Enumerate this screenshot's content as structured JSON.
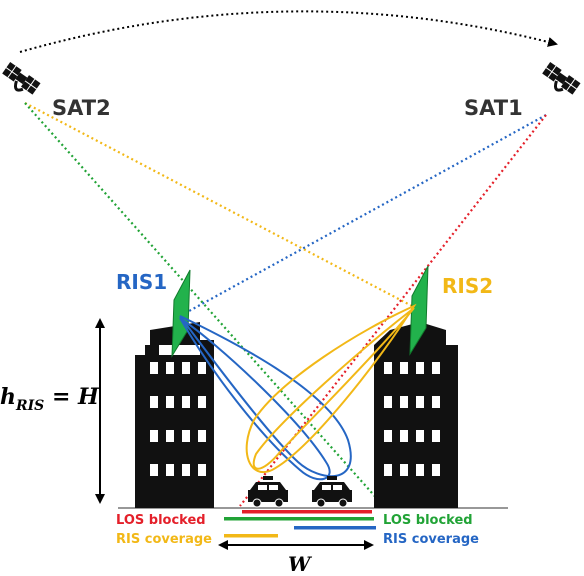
{
  "labels": {
    "sat1": "SAT1",
    "sat2": "SAT2",
    "ris1": "RIS1",
    "ris2": "RIS2",
    "height_h": "h",
    "height_sub": "RIS",
    "height_eq": " = H",
    "width": "W",
    "legend_left_blocked": "LOS blocked",
    "legend_left_coverage": "RIS coverage",
    "legend_right_blocked": "LOS blocked",
    "legend_right_coverage": "RIS coverage"
  },
  "colors": {
    "sat1_link": "#2566c4",
    "sat2_link": "#21a336",
    "ris1_label": "#2566c4",
    "ris2_label": "#f2b817",
    "los_blocked_red": "#e4202a",
    "green": "#21a336",
    "yellow": "#f2b817",
    "blue": "#2566c4",
    "building": "#111111",
    "ris_panel": "#22b24c"
  },
  "icons": [
    "satellite-icon",
    "satellite-icon",
    "car-icon",
    "car-icon",
    "building-icon",
    "building-icon",
    "ris-panel-icon",
    "ris-panel-icon"
  ]
}
